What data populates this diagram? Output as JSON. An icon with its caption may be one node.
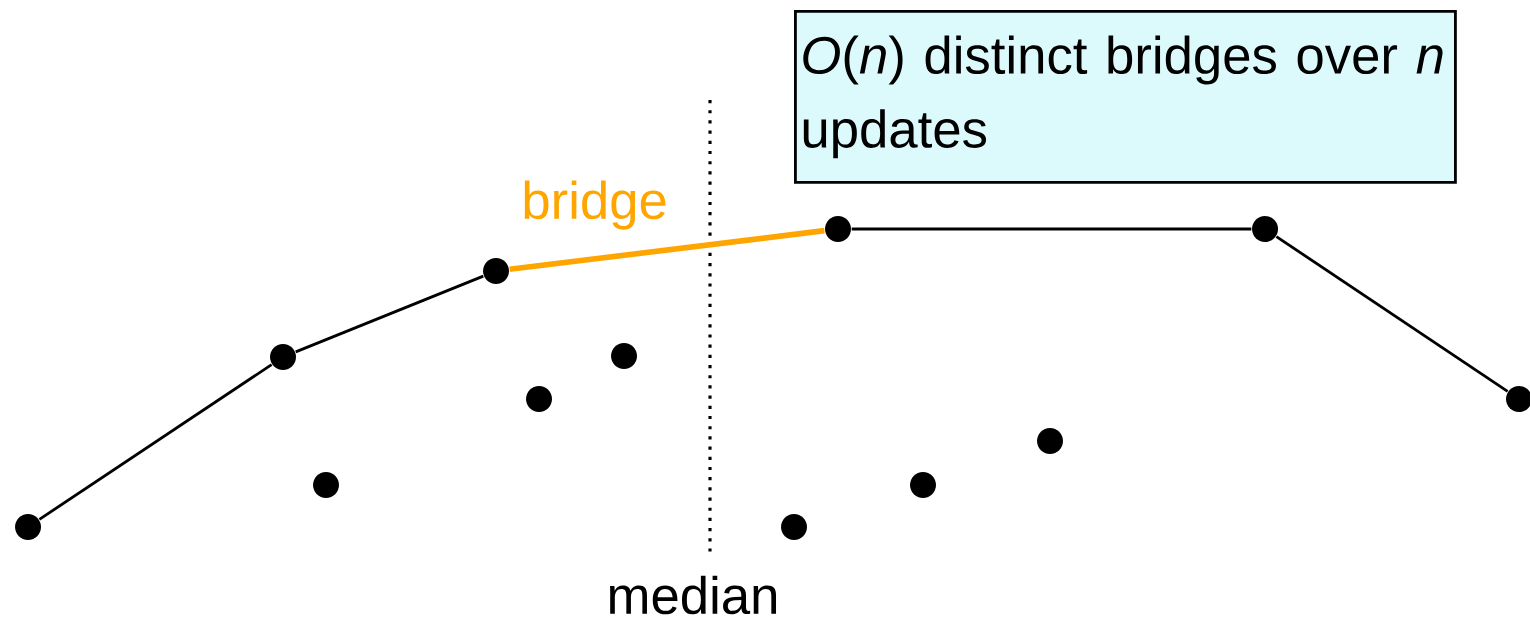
{
  "diagram": {
    "nodes": [
      {
        "text": [],
        "shape": "circle"
      },
      {
        "text": [],
        "shape": "circle"
      },
      {
        "text": [],
        "shape": "circle"
      },
      {
        "text": [],
        "shape": "circle"
      },
      {
        "text": [],
        "shape": "circle"
      },
      {
        "text": [],
        "shape": "circle"
      },
      {
        "text": [],
        "shape": "circle"
      },
      {
        "text": [],
        "shape": "circle"
      },
      {
        "text": [],
        "shape": "circle"
      },
      {
        "text": [],
        "shape": "circle"
      },
      {
        "text": [],
        "shape": "circle"
      },
      {
        "text": [],
        "shape": "circle"
      },
      {
        "text": [
          "*O*(*n*) distinct bridges over *n* updates"
        ]
      }
    ],
    "edges": [
      {
        "from": 0,
        "to": 1,
        "arrow": "none"
      },
      {
        "from": 1,
        "to": 3,
        "arrow": "none"
      },
      {
        "from": 3,
        "to": 7,
        "arrow": "none",
        "label": "bridge",
        "style": "thick",
        "color": "#ffa500"
      },
      {
        "from": 7,
        "to": 10,
        "arrow": "none"
      },
      {
        "from": 10,
        "to": 11,
        "arrow": "none"
      }
    ],
    "labels": [
      "median"
    ]
  }
}
